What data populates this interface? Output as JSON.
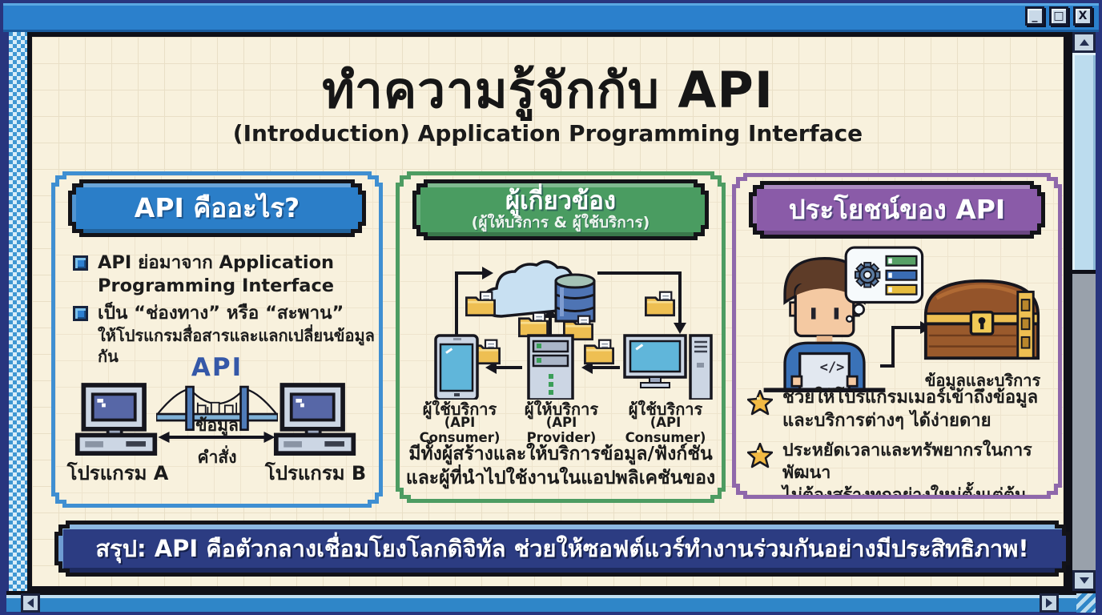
{
  "window": {
    "controls": {
      "minimize": "_",
      "maximize": "□",
      "close": "X"
    }
  },
  "header": {
    "title": "ทำความรู้จักกับ API",
    "subtitle": "(Introduction) Application Programming Interface"
  },
  "panels": {
    "what_is_api": {
      "title": "API คืออะไร?",
      "bullets": [
        {
          "lines": [
            "API ย่อมาจาก Application",
            "Programming Interface"
          ]
        },
        {
          "lines": [
            "เป็น “ช่องทาง” หรือ “สะพาน”",
            "ให้โปรแกรมสื่อสารและแลกเปลี่ยนข้อมูลกัน"
          ]
        }
      ],
      "diagram": {
        "api_label": "API",
        "data_label": "ข้อมูล",
        "command_label": "คำสั่ง",
        "program_a": "โปรแกรม A",
        "program_b": "โปรแกรม B"
      }
    },
    "stakeholders": {
      "title": "ผู้เกี่ยวข้อง",
      "subtitle": "(ผู้ให้บริการ & ผู้ใช้บริการ)",
      "nodes": [
        {
          "label": "ผู้ใช้บริการ",
          "sublabel": "(API Consumer)"
        },
        {
          "label": "ผู้ให้บริการ",
          "sublabel": "(API Provider)"
        },
        {
          "label": "ผู้ใช้บริการ",
          "sublabel": "(API Consumer)"
        }
      ],
      "caption_lines": [
        "มีทั้งผู้สร้างและให้บริการข้อมูล/ฟังก์ชัน",
        "และผู้ที่นำไปใช้งานในแอปพลิเคชันของตน"
      ]
    },
    "benefits": {
      "title": "ประโยชน์ของ API",
      "treasure_label": "ข้อมูลและบริการ",
      "code_glyph": "</>",
      "bullets": [
        {
          "lines": [
            "ช่วยให้โปรแกรมเมอร์เข้าถึงข้อมูล",
            "และบริการต่างๆ ได้ง่ายดาย"
          ]
        },
        {
          "lines": [
            "ประหยัดเวลาและทรัพยากรในการพัฒนา",
            "ไม่ต้องสร้างทุกอย่างใหม่ตั้งแต่ต้น"
          ]
        }
      ]
    }
  },
  "summary": {
    "text": "สรุป: API คือตัวกลางเชื่อมโยงโลกดิจิทัล ช่วยให้ซอฟต์แวร์ทำงานร่วมกันอย่างมีประสิทธิภาพ!"
  },
  "colors": {
    "titlebar": "#2b80cc",
    "frame_navy": "#28357e",
    "header_blue": "#2b7ec8",
    "header_green": "#4a9c61",
    "header_purple": "#8a5ba8",
    "border_blue": "#3f8fd2",
    "border_green": "#4d9c62",
    "border_purple": "#8f68ab",
    "summary_navy": "#2c3c82",
    "api_accent": "#3558a8"
  }
}
